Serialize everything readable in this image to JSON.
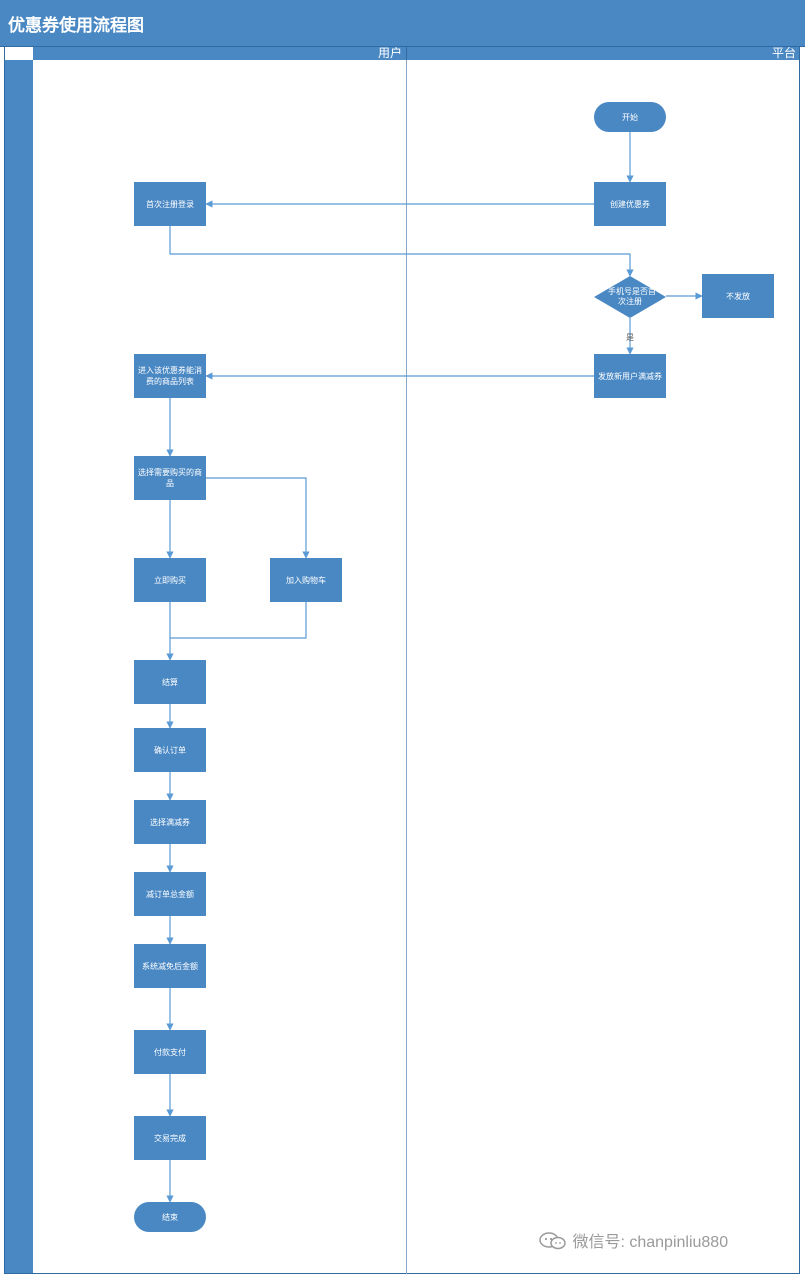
{
  "title": "优惠券使用流程图",
  "lanes": {
    "user": "用户",
    "platform": "平台"
  },
  "colors": {
    "header": "#4a88c4",
    "node": "#4a88c4",
    "line": "#5b9bd5"
  },
  "nodes": {
    "start": "开始",
    "create": "创建优惠券",
    "register": "首次注册登录",
    "decision": [
      "手机号是否首",
      "次注册"
    ],
    "no_issue": "不发放",
    "issue": "发放新用户满减券",
    "product_list": [
      "进入该优惠券能消",
      "费的商品列表"
    ],
    "select_goods": [
      "选择需要购买的商",
      "品"
    ],
    "buy_now": "立即购买",
    "add_cart": "加入购物车",
    "checkout": "结算",
    "confirm_order": "确认订单",
    "select_coupon": "选择满减券",
    "reduce_total": "减订单总金额",
    "system_reduce": "系统减免后金额",
    "pay": "付款支付",
    "complete": "交易完成",
    "end": "结束"
  },
  "edge_labels": {
    "yes": "是"
  },
  "watermark": {
    "icon": "wechat-icon",
    "text": "微信号: chanpinliu880"
  }
}
